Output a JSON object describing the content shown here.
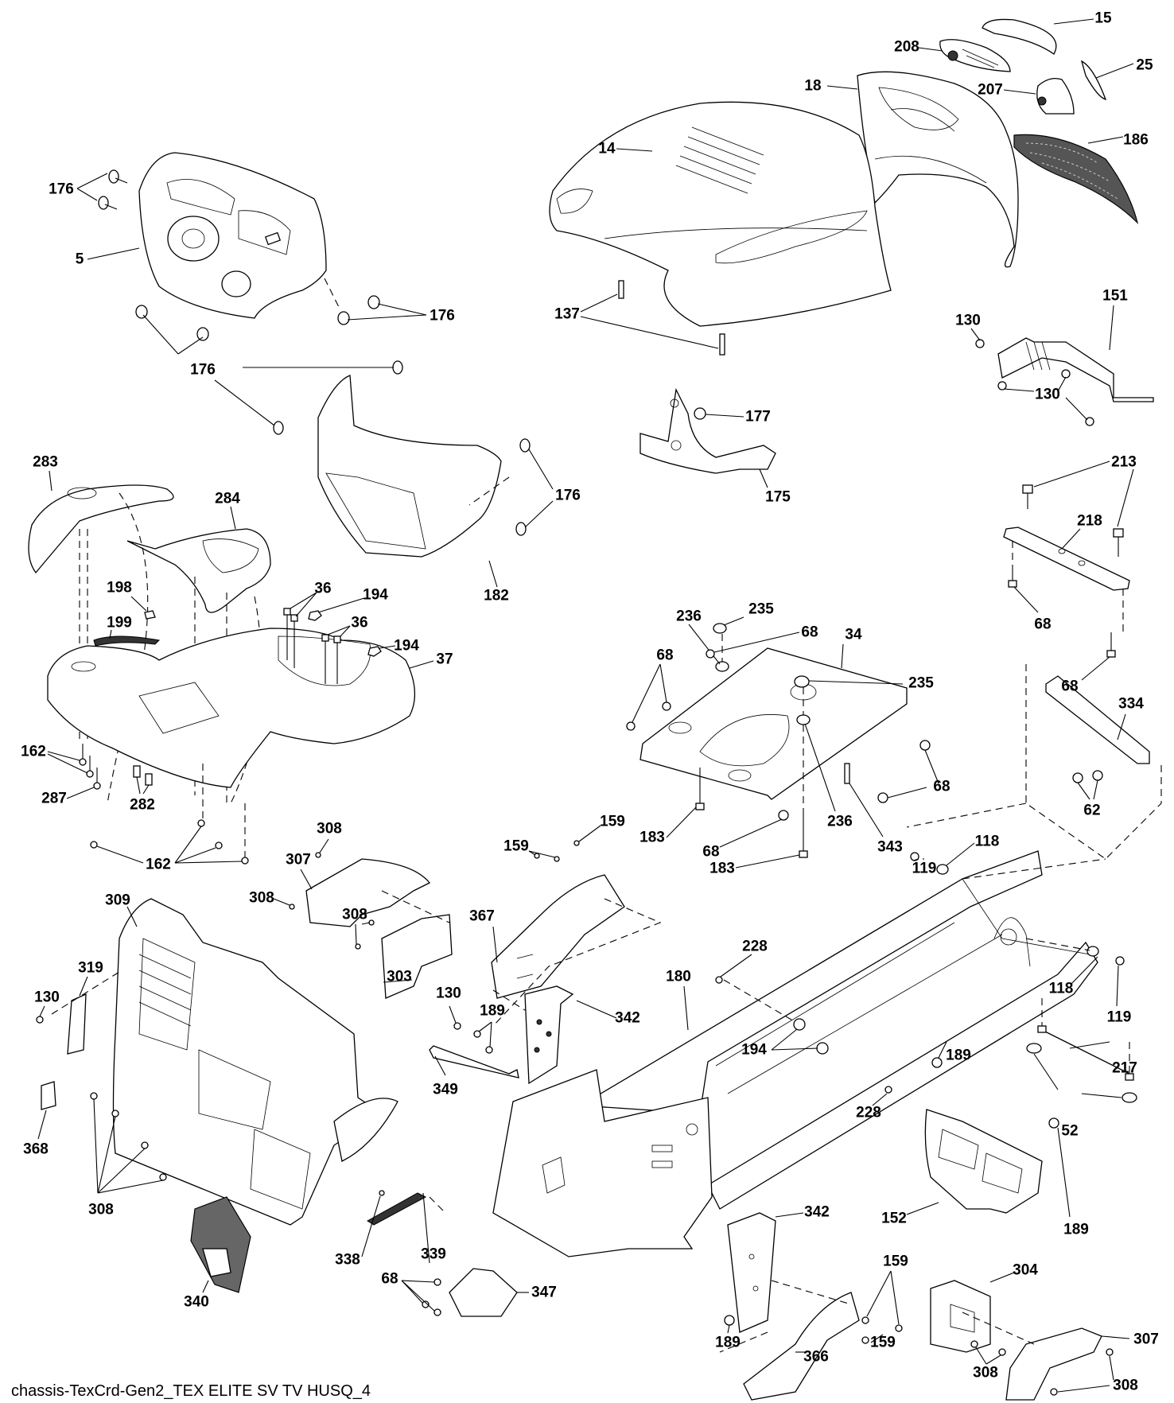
{
  "diagram": {
    "title": "chassis-TexCrd-Gen2_TEX ELITE SV TV HUSQ_4",
    "type": "exploded parts diagram",
    "callouts": [
      {
        "id": "c15",
        "label": "15",
        "part": "hood-trim-top"
      },
      {
        "id": "c208",
        "label": "208",
        "part": "headlight-left"
      },
      {
        "id": "c25",
        "label": "25",
        "part": "hood-emblem"
      },
      {
        "id": "c18",
        "label": "18",
        "part": "hood-front-grille-housing"
      },
      {
        "id": "c207",
        "label": "207",
        "part": "headlight-right"
      },
      {
        "id": "c14",
        "label": "14",
        "part": "hood"
      },
      {
        "id": "c186",
        "label": "186",
        "part": "grille-mesh"
      },
      {
        "id": "c176a",
        "label": "176",
        "part": "push-rivet"
      },
      {
        "id": "c5",
        "label": "5",
        "part": "dash-panel"
      },
      {
        "id": "c176b",
        "label": "176",
        "part": "push-rivet"
      },
      {
        "id": "c137",
        "label": "137",
        "part": "hood-pin"
      },
      {
        "id": "c176c",
        "label": "176",
        "part": "push-rivet"
      },
      {
        "id": "c130a",
        "label": "130",
        "part": "screw"
      },
      {
        "id": "c151",
        "label": "151",
        "part": "hood-bracket"
      },
      {
        "id": "c130b",
        "label": "130",
        "part": "screw"
      },
      {
        "id": "c177",
        "label": "177",
        "part": "nut"
      },
      {
        "id": "c175",
        "label": "175",
        "part": "hood-pivot-bracket"
      },
      {
        "id": "c176d",
        "label": "176",
        "part": "push-rivet"
      },
      {
        "id": "c182",
        "label": "182",
        "part": "dash-lower-cover"
      },
      {
        "id": "c283",
        "label": "283",
        "part": "fender-cover"
      },
      {
        "id": "c284",
        "label": "284",
        "part": "seat-cover"
      },
      {
        "id": "c213",
        "label": "213",
        "part": "bolt"
      },
      {
        "id": "c218",
        "label": "218",
        "part": "bracket-strap"
      },
      {
        "id": "c68a",
        "label": "68",
        "part": "bolt"
      },
      {
        "id": "c68b",
        "label": "68",
        "part": "bolt"
      },
      {
        "id": "c36a",
        "label": "36",
        "part": "bolt"
      },
      {
        "id": "c194a",
        "label": "194",
        "part": "nut"
      },
      {
        "id": "c198",
        "label": "198",
        "part": "clip"
      },
      {
        "id": "c36b",
        "label": "36",
        "part": "bolt"
      },
      {
        "id": "c194b",
        "label": "194",
        "part": "nut"
      },
      {
        "id": "c199",
        "label": "199",
        "part": "fuel-gauge-plate"
      },
      {
        "id": "c37",
        "label": "37",
        "part": "fender"
      },
      {
        "id": "c235a",
        "label": "235",
        "part": "bushing"
      },
      {
        "id": "c236a",
        "label": "236",
        "part": "spacer"
      },
      {
        "id": "c68c",
        "label": "68",
        "part": "bolt"
      },
      {
        "id": "c34",
        "label": "34",
        "part": "seat-pan-plate"
      },
      {
        "id": "c68d",
        "label": "68",
        "part": "bolt"
      },
      {
        "id": "c235b",
        "label": "235",
        "part": "bushing"
      },
      {
        "id": "c334",
        "label": "334",
        "part": "bracket"
      },
      {
        "id": "c162a",
        "label": "162",
        "part": "screw"
      },
      {
        "id": "c287",
        "label": "287",
        "part": "screw"
      },
      {
        "id": "c282",
        "label": "282",
        "part": "clip"
      },
      {
        "id": "c68e",
        "label": "68",
        "part": "bolt"
      },
      {
        "id": "c62",
        "label": "62",
        "part": "bolt"
      },
      {
        "id": "c162b",
        "label": "162",
        "part": "screw"
      },
      {
        "id": "c308a",
        "label": "308",
        "part": "screw"
      },
      {
        "id": "c307a",
        "label": "307",
        "part": "shield"
      },
      {
        "id": "c183a",
        "label": "183",
        "part": "bolt"
      },
      {
        "id": "c68f",
        "label": "68",
        "part": "bolt"
      },
      {
        "id": "c236b",
        "label": "236",
        "part": "spacer"
      },
      {
        "id": "c343",
        "label": "343",
        "part": "clip"
      },
      {
        "id": "c183b",
        "label": "183",
        "part": "bolt"
      },
      {
        "id": "c159a",
        "label": "159",
        "part": "screw"
      },
      {
        "id": "c159b",
        "label": "159",
        "part": "screw"
      },
      {
        "id": "c118a",
        "label": "118",
        "part": "washer"
      },
      {
        "id": "c119a",
        "label": "119",
        "part": "nut"
      },
      {
        "id": "c309",
        "label": "309",
        "part": "dash-support-frame"
      },
      {
        "id": "c308b",
        "label": "308",
        "part": "screw"
      },
      {
        "id": "c367",
        "label": "367",
        "part": "bracket"
      },
      {
        "id": "c308c",
        "label": "308",
        "part": "screw"
      },
      {
        "id": "c228a",
        "label": "228",
        "part": "bolt"
      },
      {
        "id": "c303",
        "label": "303",
        "part": "bracket"
      },
      {
        "id": "c319",
        "label": "319",
        "part": "light-lens"
      },
      {
        "id": "c180",
        "label": "180",
        "part": "chassis-frame"
      },
      {
        "id": "c130c",
        "label": "130",
        "part": "screw"
      },
      {
        "id": "c130d",
        "label": "130",
        "part": "screw"
      },
      {
        "id": "c189a",
        "label": "189",
        "part": "bolt"
      },
      {
        "id": "c342a",
        "label": "342",
        "part": "bracket"
      },
      {
        "id": "c118b",
        "label": "118",
        "part": "washer"
      },
      {
        "id": "c119b",
        "label": "119",
        "part": "nut"
      },
      {
        "id": "c194c",
        "label": "194",
        "part": "nut"
      },
      {
        "id": "c349",
        "label": "349",
        "part": "rod-bracket"
      },
      {
        "id": "c189b",
        "label": "189",
        "part": "bolt"
      },
      {
        "id": "c228b",
        "label": "228",
        "part": "bolt"
      },
      {
        "id": "c217",
        "label": "217",
        "part": "rod"
      },
      {
        "id": "c52",
        "label": "52",
        "part": "bushing"
      },
      {
        "id": "c368",
        "label": "368",
        "part": "pad"
      },
      {
        "id": "c308d",
        "label": "308",
        "part": "screw"
      },
      {
        "id": "c339",
        "label": "339",
        "part": "lever"
      },
      {
        "id": "c338",
        "label": "338",
        "part": "screw"
      },
      {
        "id": "c342b",
        "label": "342",
        "part": "bracket"
      },
      {
        "id": "c152",
        "label": "152",
        "part": "shield"
      },
      {
        "id": "c189c",
        "label": "189",
        "part": "bolt"
      },
      {
        "id": "c340",
        "label": "340",
        "part": "grille"
      },
      {
        "id": "c68g",
        "label": "68",
        "part": "bolt"
      },
      {
        "id": "c347",
        "label": "347",
        "part": "bracket"
      },
      {
        "id": "c159c",
        "label": "159",
        "part": "screw"
      },
      {
        "id": "c304",
        "label": "304",
        "part": "bracket"
      },
      {
        "id": "c189d",
        "label": "189",
        "part": "bolt"
      },
      {
        "id": "c366",
        "label": "366",
        "part": "bracket"
      },
      {
        "id": "c159d",
        "label": "159",
        "part": "screw"
      },
      {
        "id": "c307b",
        "label": "307",
        "part": "shield"
      },
      {
        "id": "c308e",
        "label": "308",
        "part": "screw"
      },
      {
        "id": "c308f",
        "label": "308",
        "part": "screw"
      }
    ]
  }
}
